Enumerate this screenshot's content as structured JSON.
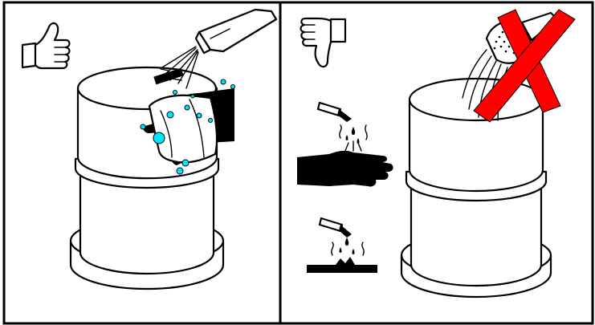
{
  "panels": [
    {
      "id": "do",
      "verdict": "thumbs-up-icon",
      "scene": "clean-with-spray-and-cloth"
    },
    {
      "id": "dont",
      "verdict": "thumbs-down-icon",
      "scene": "no-water-spray-no-corrosives"
    }
  ],
  "colors": {
    "stroke": "#000000",
    "background": "#ffffff",
    "droplet": "#00e5ff",
    "prohibited_cross": "#ff0000"
  },
  "icons": [
    "thumbs-up-icon",
    "spray-bottle-icon",
    "cloth-icon",
    "hand-icon",
    "thumbs-down-icon",
    "test-tube-icon",
    "corrosion-hand-icon",
    "corrosion-surface-icon",
    "shower-head-icon",
    "red-cross-icon"
  ]
}
